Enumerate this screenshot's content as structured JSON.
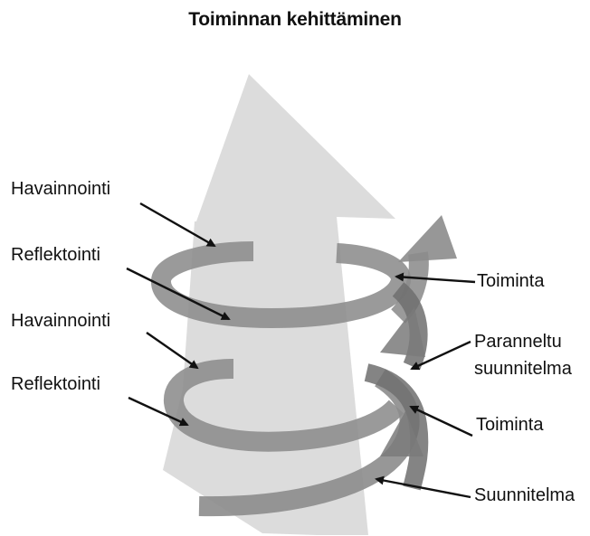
{
  "title": "Toiminnan kehittäminen",
  "labels_left": [
    "Havainnointi",
    "Reflektointi",
    "Havainnointi",
    "Reflektointi"
  ],
  "labels_right": {
    "toiminta_top": "Toiminta",
    "parannettu_line1": "Paranneltu",
    "parannettu_line2": "suunnitelma",
    "toiminta_bottom": "Toiminta",
    "suunnitelma": "Suunnitelma"
  },
  "colors": {
    "big_arrow": "#d9d9d9",
    "spiral": "#8c8c8c",
    "spiral_dark": "#6e6e6e",
    "text": "#111111"
  }
}
